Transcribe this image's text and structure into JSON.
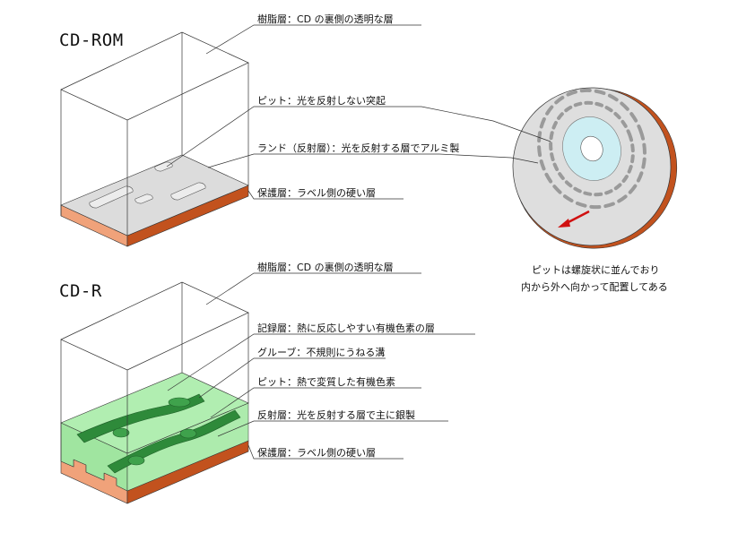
{
  "cdrom": {
    "title": "CD-ROM",
    "labels": {
      "resin": "樹脂層：CD の裏側の透明な層",
      "pit": "ピット：光を反射しない突起",
      "land": "ランド（反射層）：光を反射する層でアルミ製",
      "protect": "保護層：ラベル側の硬い層"
    }
  },
  "cdr": {
    "title": "CD-R",
    "labels": {
      "resin": "樹脂層：CD の裏側の透明な層",
      "record": "記録層：熱に反応しやすい有機色素の層",
      "groove": "グルーブ：不規則にうねる溝",
      "pit": "ピット：熱で変質した有機色素",
      "reflect": "反射層：光を反射する層で主に銀製",
      "protect": "保護層：ラベル側の硬い層"
    }
  },
  "disc": {
    "note_line1": "ピットは螺旋状に並んでおり",
    "note_line2": "内から外へ向かって配置してある"
  },
  "colors": {
    "protect_layer": "#e8632a",
    "protect_layer_light": "#f0a27a",
    "land_gray": "#dcdcdc",
    "record_green": "#8fe08f",
    "groove_green": "#2e8a3a",
    "disc_edge": "#c2521e",
    "arrow": "#d01010"
  }
}
